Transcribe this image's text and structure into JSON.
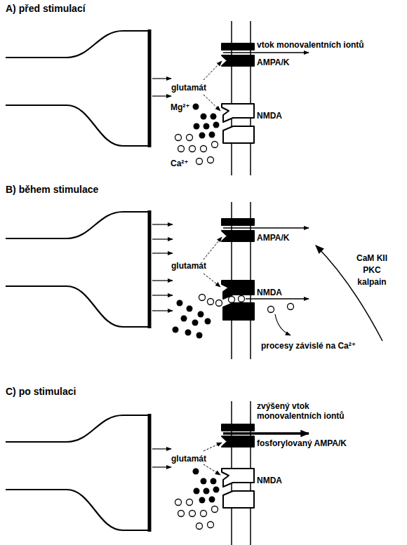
{
  "diagram": {
    "nodes": [
      {
        "text": [
          "AMPA/K"
        ]
      },
      {
        "text": [
          "NMDA"
        ]
      },
      {
        "text": [
          "AMPA/K"
        ]
      },
      {
        "text": [
          "NMDA"
        ]
      },
      {
        "text": [
          "fosforylovaný AMPA/K"
        ]
      },
      {
        "text": [
          "NMDA"
        ]
      }
    ],
    "labels": [
      "A) před stimulací",
      "vtok monovalentních iontů",
      "glutamát",
      "Mg²⁺",
      "Ca²⁺",
      "B) během stimulace",
      "glutamát",
      "CaM KII PKC kalpain",
      "procesy závislé na Ca²⁺",
      "C) po stimulaci",
      "zvýšený vtok monovalentních iontů",
      "glutamát"
    ]
  }
}
